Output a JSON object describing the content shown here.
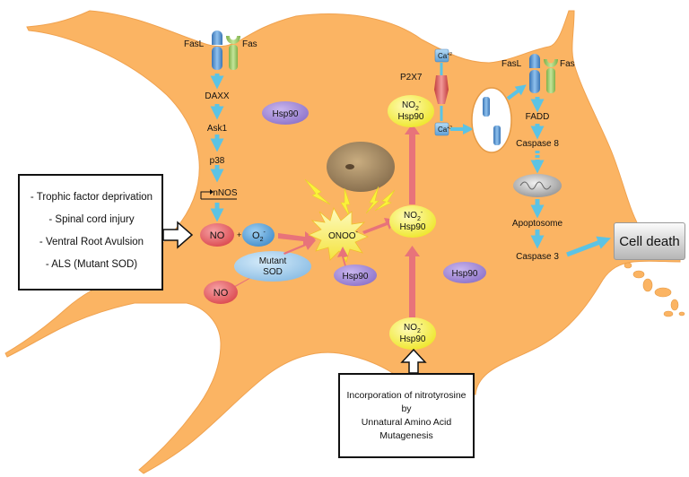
{
  "receptors": {
    "left_ligand": "FasL",
    "left_receptor": "Fas",
    "right_ligand": "FasL",
    "right_receptor": "Fas"
  },
  "left_pathway": [
    "DAXX",
    "Ask1",
    "p38",
    "nNOS"
  ],
  "right_pathway": [
    "FADD",
    "Caspase 8",
    "Apoptosome",
    "Caspase 3"
  ],
  "molecules": {
    "no": "NO",
    "no_lower": "NO",
    "plus": "+",
    "superoxide": "O",
    "superoxide_sub": "2",
    "superoxide_sup": "-",
    "peroxynitrite": "ONOO",
    "peroxynitrite_sup": "-",
    "mutant_sod_line1": "Mutant",
    "mutant_sod_line2": "SOD",
    "hsp90": "Hsp90",
    "no2_hsp90_line1": "NO",
    "no2_sub": "2",
    "no2_sup": "-",
    "no2_hsp90_line2": "Hsp90",
    "p2x7": "P2X7",
    "calcium": "Ca",
    "calcium_sup": "+2"
  },
  "left_box": {
    "items": [
      "- Trophic factor deprivation",
      "- Spinal cord injury",
      "- Ventral Root Avulsion",
      "- ALS (Mutant SOD)"
    ]
  },
  "bottom_box": {
    "lines": [
      "Incorporation of nitrotyrosine by",
      "Unnatural Amino Acid",
      "Mutagenesis"
    ]
  },
  "outcome": {
    "label": "Cell death"
  },
  "colors": {
    "cell": "#FBB463",
    "arrow_blue": "#5CC3E4",
    "arrow_red": "#E8737A",
    "no_red": "#E45B60",
    "o2_blue": "#5BA3D8",
    "hsp90_purple": "#A58BD6",
    "no2_yellow": "#F5F03A"
  }
}
